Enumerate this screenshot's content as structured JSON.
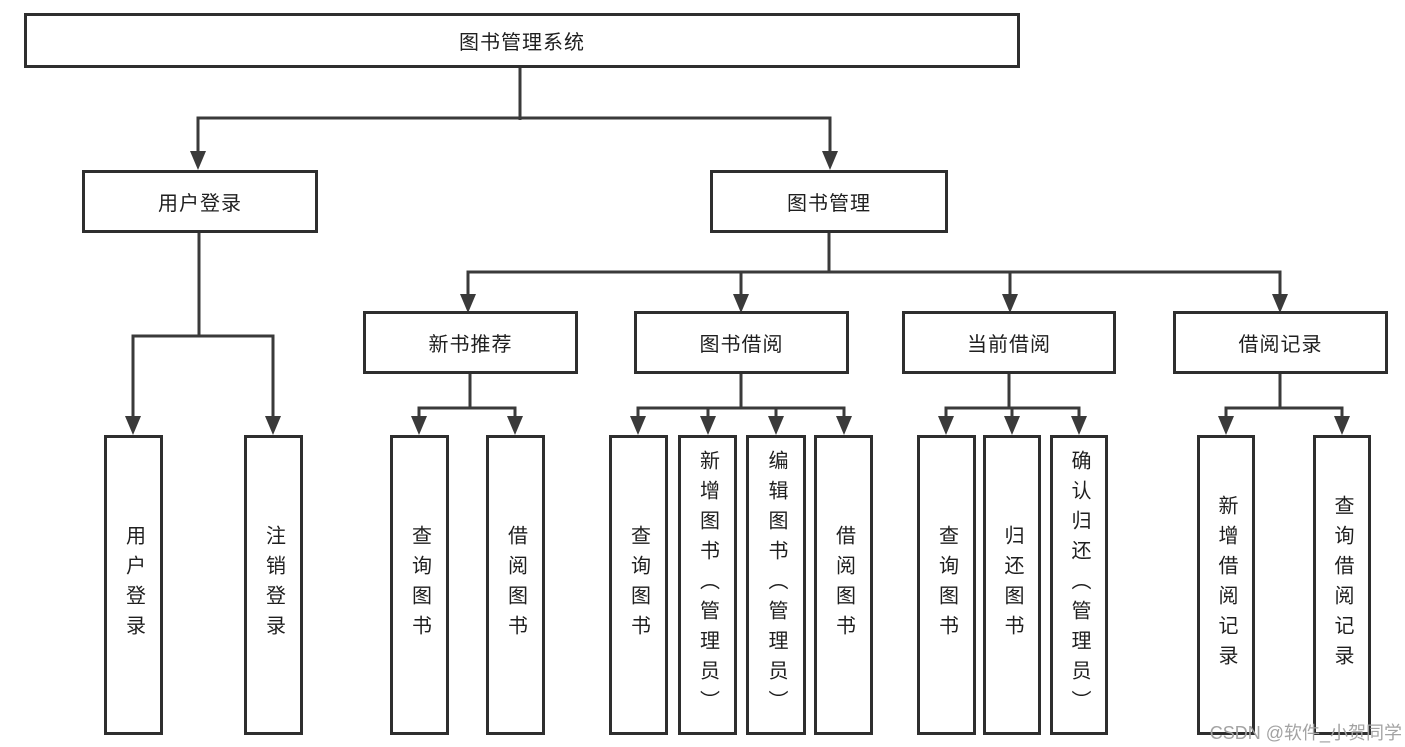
{
  "diagram": {
    "tree": {
      "root": {
        "label": "图书管理系统",
        "children": [
          {
            "label": "用户登录",
            "children": [
              {
                "label": "用户登录"
              },
              {
                "label": "注销登录"
              }
            ]
          },
          {
            "label": "图书管理",
            "children": [
              {
                "label": "新书推荐",
                "children": [
                  {
                    "label": "查询图书"
                  },
                  {
                    "label": "借阅图书"
                  }
                ]
              },
              {
                "label": "图书借阅",
                "children": [
                  {
                    "label": "查询图书"
                  },
                  {
                    "label": "新增图书（管理员）"
                  },
                  {
                    "label": "编辑图书（管理员）"
                  },
                  {
                    "label": "借阅图书"
                  }
                ]
              },
              {
                "label": "当前借阅",
                "children": [
                  {
                    "label": "查询图书"
                  },
                  {
                    "label": "归还图书"
                  },
                  {
                    "label": "确认归还（管理员）"
                  }
                ]
              },
              {
                "label": "借阅记录",
                "children": [
                  {
                    "label": "新增借阅记录"
                  },
                  {
                    "label": "查询借阅记录"
                  }
                ]
              }
            ]
          }
        ]
      }
    },
    "colors": {
      "line": "#3a3a3a",
      "box_border": "#2e2e2e",
      "box_background": "#ffffff",
      "text": "#1f1f1f",
      "watermark": "#a3a3a3"
    }
  },
  "watermark": {
    "text": "CSDN @软件_小贺同学"
  }
}
